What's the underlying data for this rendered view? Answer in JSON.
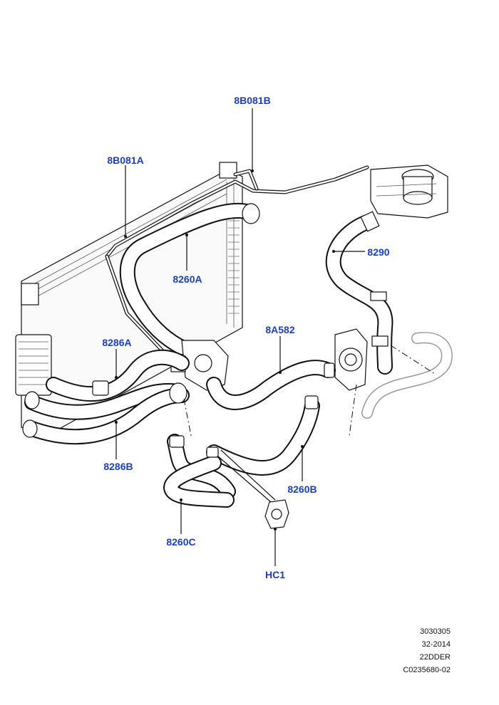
{
  "callouts": [
    {
      "id": "8b081b",
      "text": "8B081B"
    },
    {
      "id": "8b081a",
      "text": "8B081A"
    },
    {
      "id": "8290",
      "text": "8290"
    },
    {
      "id": "8260a",
      "text": "8260A"
    },
    {
      "id": "8a582",
      "text": "8A582"
    },
    {
      "id": "8286a",
      "text": "8286A"
    },
    {
      "id": "8286b",
      "text": "8286B"
    },
    {
      "id": "8260b",
      "text": "8260B"
    },
    {
      "id": "8260c",
      "text": "8260C"
    },
    {
      "id": "hc1",
      "text": "HC1"
    }
  ],
  "reference": [
    "3030305",
    "32-2014",
    "22DDER",
    "C0235680-02"
  ],
  "colors": {
    "callout": "#1a3fc4",
    "line": "#111111"
  }
}
